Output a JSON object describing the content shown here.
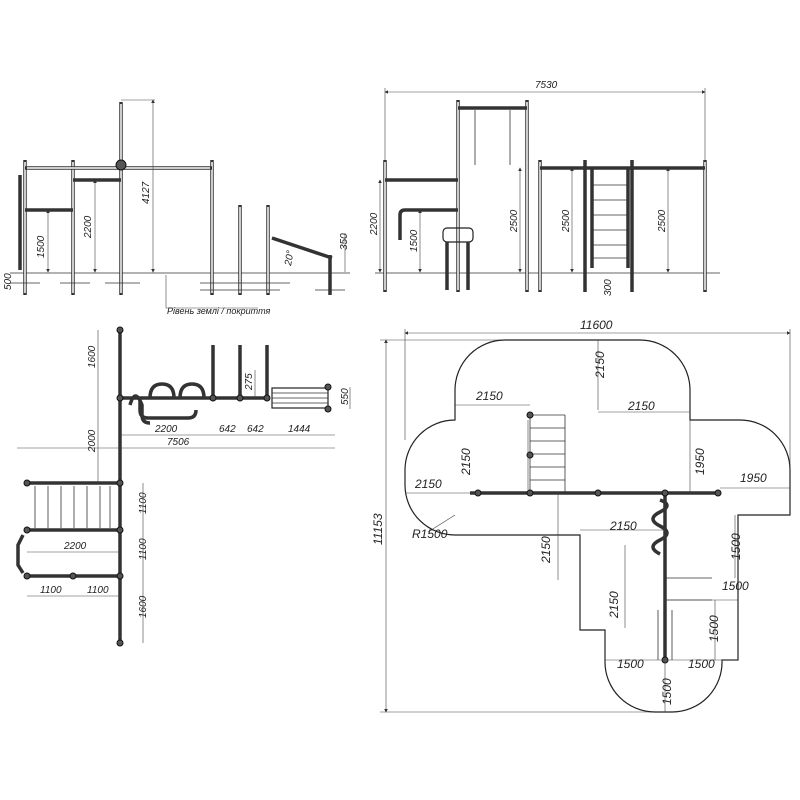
{
  "side_view_left": {
    "dims": [
      "500",
      "1500",
      "2200",
      "4127",
      "20°",
      "350"
    ],
    "ground_label": "Рівень землі / покриття"
  },
  "side_view_right": {
    "overall": "7530",
    "dims": [
      "2200",
      "1500",
      "2500",
      "2500",
      "2500",
      "300"
    ]
  },
  "plan_view": {
    "dims": [
      "1600",
      "2000",
      "2200",
      "642",
      "642",
      "1444",
      "7506",
      "275",
      "550",
      "1100",
      "1100",
      "2200",
      "1100",
      "1100",
      "1600"
    ]
  },
  "safety_zone": {
    "width": "11600",
    "height": "11153",
    "radius": "R1500",
    "dims": [
      "2150",
      "2150",
      "2150",
      "2150",
      "1950",
      "2150",
      "1950",
      "2150",
      "2150",
      "1500",
      "2150",
      "1500",
      "1500",
      "1500",
      "1500",
      "1500"
    ]
  }
}
